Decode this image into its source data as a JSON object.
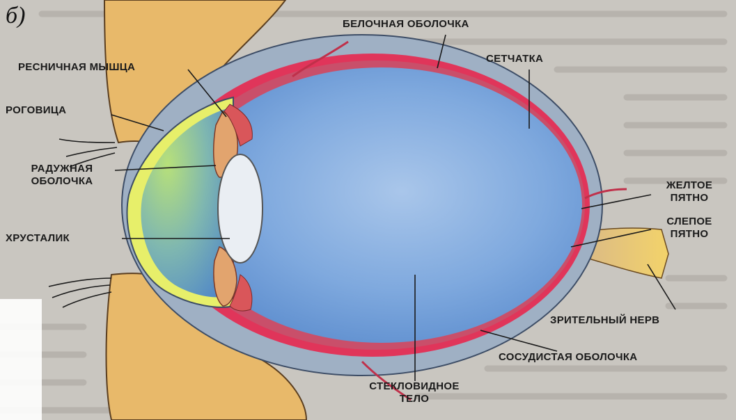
{
  "figure_letter": "б)",
  "labels": {
    "sclera": "БЕЛОЧНАЯ ОБОЛОЧКА",
    "ciliary_muscle": "РЕСНИЧНАЯ МЫШЦА",
    "retina": "СЕТЧАТКА",
    "cornea": "РОГОВИЦА",
    "iris_line1": "РАДУЖНАЯ",
    "iris_line2": "ОБОЛОЧКА",
    "yellow_spot_line1": "ЖЕЛТОЕ",
    "yellow_spot_line2": "ПЯТНО",
    "blind_spot_line1": "СЛЕПОЕ",
    "blind_spot_line2": "ПЯТНО",
    "lens": "ХРУСТАЛИК",
    "optic_nerve": "ЗРИТЕЛЬНЫЙ НЕРВ",
    "choroid": "СОСУДИСТАЯ ОБОЛОЧКА",
    "vitreous_line1": "СТЕКЛОВИДНОЕ",
    "vitreous_line2": "ТЕЛО"
  },
  "colors": {
    "background": "#c9c6c0",
    "sclera": "#9fb0c4",
    "choroid": "#e0355a",
    "vitreous": "#6f9fd6",
    "eyelid": "#e8b96a",
    "cornea_yellow": "#e7ef6a",
    "optic_nerve": "#f0c060",
    "leader_lines": "#1a1a1a"
  }
}
